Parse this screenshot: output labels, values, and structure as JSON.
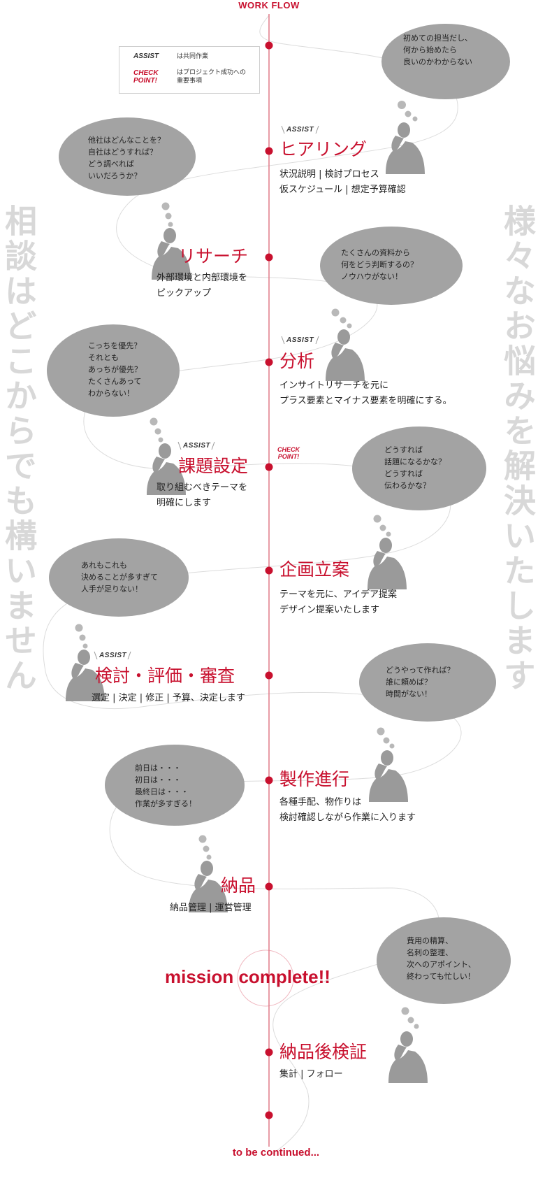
{
  "header": {
    "title": "WORK FLOW"
  },
  "side_left": {
    "text": "相談はどこからでも構いません"
  },
  "side_right": {
    "text": "様々なお悩みを解決いたします"
  },
  "legend": {
    "assist_label": "ASSIST",
    "assist_desc": "は共同作業",
    "check_label_1": "CHECK",
    "check_label_2": "POINT!",
    "check_desc_1": "はプロジェクト成功への",
    "check_desc_2": "重要事項"
  },
  "tags": {
    "assist": "ASSIST",
    "check_1": "CHECK",
    "check_2": "POINT!"
  },
  "bubbles": [
    {
      "lines": [
        "初めての担当だし、",
        "何から始めたら",
        "良いのかわからない"
      ]
    },
    {
      "lines": [
        "他社はどんなことを？",
        "自社はどうすれば？",
        "どう調べれば",
        "いいだろうか？"
      ]
    },
    {
      "lines": [
        "たくさんの資料から",
        "何をどう判断するの？",
        "ノウハウがない！"
      ]
    },
    {
      "lines": [
        "こっちを優先？",
        "それとも",
        "あっちが優先？",
        "たくさんあって",
        "わからない！"
      ]
    },
    {
      "lines": [
        "どうすれば",
        "話題になるかな？",
        "どうすれば",
        "伝わるかな？"
      ]
    },
    {
      "lines": [
        "あれもこれも",
        "決めることが多すぎて",
        "人手が足りない！"
      ]
    },
    {
      "lines": [
        "どうやって作れば？",
        "誰に頼めば？",
        "時間がない！"
      ]
    },
    {
      "lines": [
        "前日は・・・",
        "初日は・・・",
        "最終日は・・・",
        "作業が多すぎる！"
      ]
    },
    {
      "lines": [
        "費用の精算、",
        "名刺の整理、",
        "次へのアポイント、",
        "終わっても忙しい！"
      ]
    }
  ],
  "steps": [
    {
      "title": "ヒアリング",
      "lines": [
        "状況説明 | 検討プロセス",
        "仮スケジュール | 想定予算確認"
      ]
    },
    {
      "title": "リサーチ",
      "lines": [
        "外部環境と内部環境を",
        "ピックアップ"
      ]
    },
    {
      "title": "分析",
      "lines": [
        "インサイトリサーチを元に",
        "プラス要素とマイナス要素を明確にする。"
      ]
    },
    {
      "title": "課題設定",
      "lines": [
        "取り組むべきテーマを",
        "明確にします"
      ]
    },
    {
      "title": "企画立案",
      "lines": [
        "テーマを元に、アイデア提案",
        "デザイン提案いたします"
      ]
    },
    {
      "title": "検討・評価・審査",
      "lines": [
        "選定 | 決定 | 修正 | 予算、決定します"
      ]
    },
    {
      "title": "製作進行",
      "lines": [
        "各種手配、物作りは",
        "検討確認しながら作業に入ります"
      ]
    },
    {
      "title": "納品",
      "lines": [
        "納品管理 | 運営管理"
      ]
    },
    {
      "title": "納品後検証",
      "lines": [
        "集計 | フォロー"
      ]
    }
  ],
  "mission": {
    "text": "mission complete!!"
  },
  "footer": {
    "text": "to be continued..."
  },
  "colors": {
    "accent": "#c8102e",
    "bubble": "#a3a3a3",
    "figure": "#9a9a9a",
    "side_text": "#d8d8d8"
  },
  "icons": [
    "thinking-person-icon",
    "thought-bubble-icon",
    "timeline-dot-icon"
  ]
}
